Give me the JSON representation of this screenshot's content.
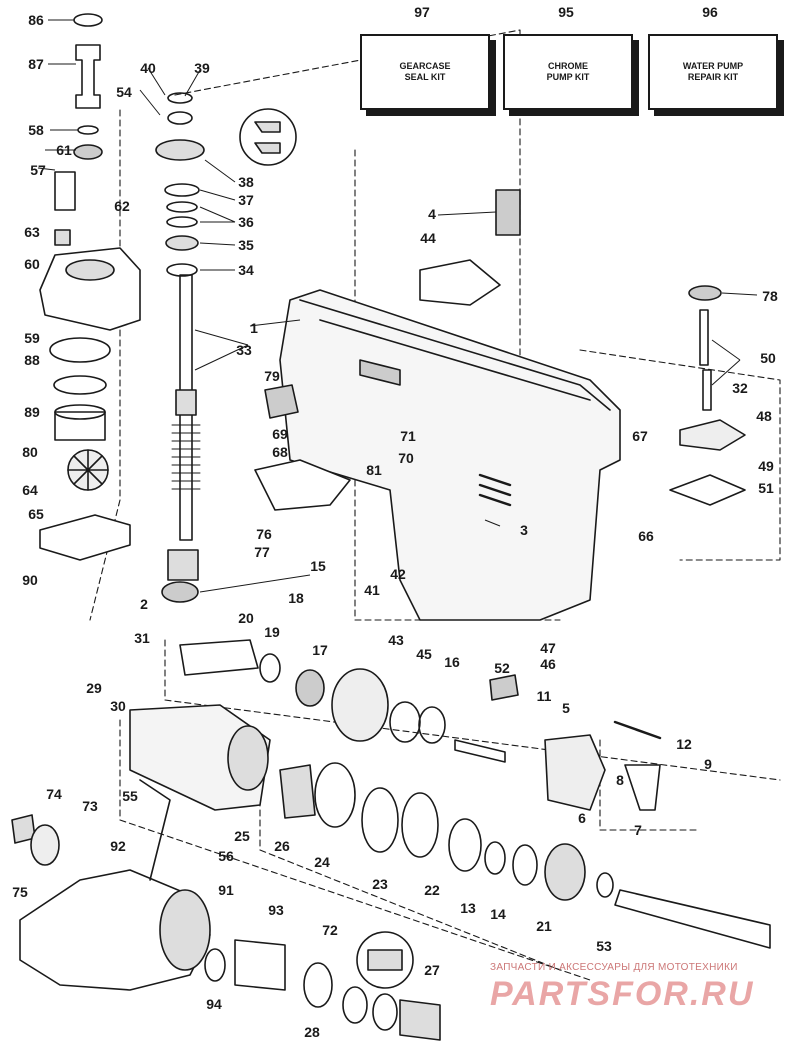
{
  "kits": [
    {
      "num": "97",
      "line1": "GEARCASE",
      "line2": "SEAL KIT"
    },
    {
      "num": "95",
      "line1": "CHROME",
      "line2": "PUMP KIT"
    },
    {
      "num": "96",
      "line1": "WATER PUMP",
      "line2": "REPAIR KIT"
    }
  ],
  "callouts": [
    "86",
    "87",
    "40",
    "39",
    "54",
    "58",
    "61",
    "57",
    "38",
    "37",
    "36",
    "35",
    "34",
    "62",
    "63",
    "60",
    "59",
    "88",
    "89",
    "80",
    "64",
    "65",
    "90",
    "33",
    "4",
    "44",
    "1",
    "78",
    "50",
    "32",
    "48",
    "79",
    "69",
    "68",
    "81",
    "71",
    "70",
    "67",
    "49",
    "51",
    "66",
    "76",
    "77",
    "3",
    "41",
    "42",
    "2",
    "15",
    "18",
    "31",
    "20",
    "19",
    "17",
    "43",
    "45",
    "16",
    "52",
    "11",
    "5",
    "12",
    "47",
    "46",
    "29",
    "30",
    "9",
    "8",
    "6",
    "7",
    "74",
    "73",
    "55",
    "25",
    "26",
    "24",
    "23",
    "22",
    "13",
    "14",
    "21",
    "53",
    "56",
    "92",
    "91",
    "93",
    "72",
    "27",
    "28",
    "94",
    "75"
  ],
  "watermark": {
    "top": "ЗАПЧАСТИ И АКСЕССУАРЫ ДЛЯ МОТОТЕХНИКИ",
    "main": "PARTSFOR.RU"
  },
  "colors": {
    "ink": "#1a1a1a",
    "watermark": "#e9a6a6"
  }
}
